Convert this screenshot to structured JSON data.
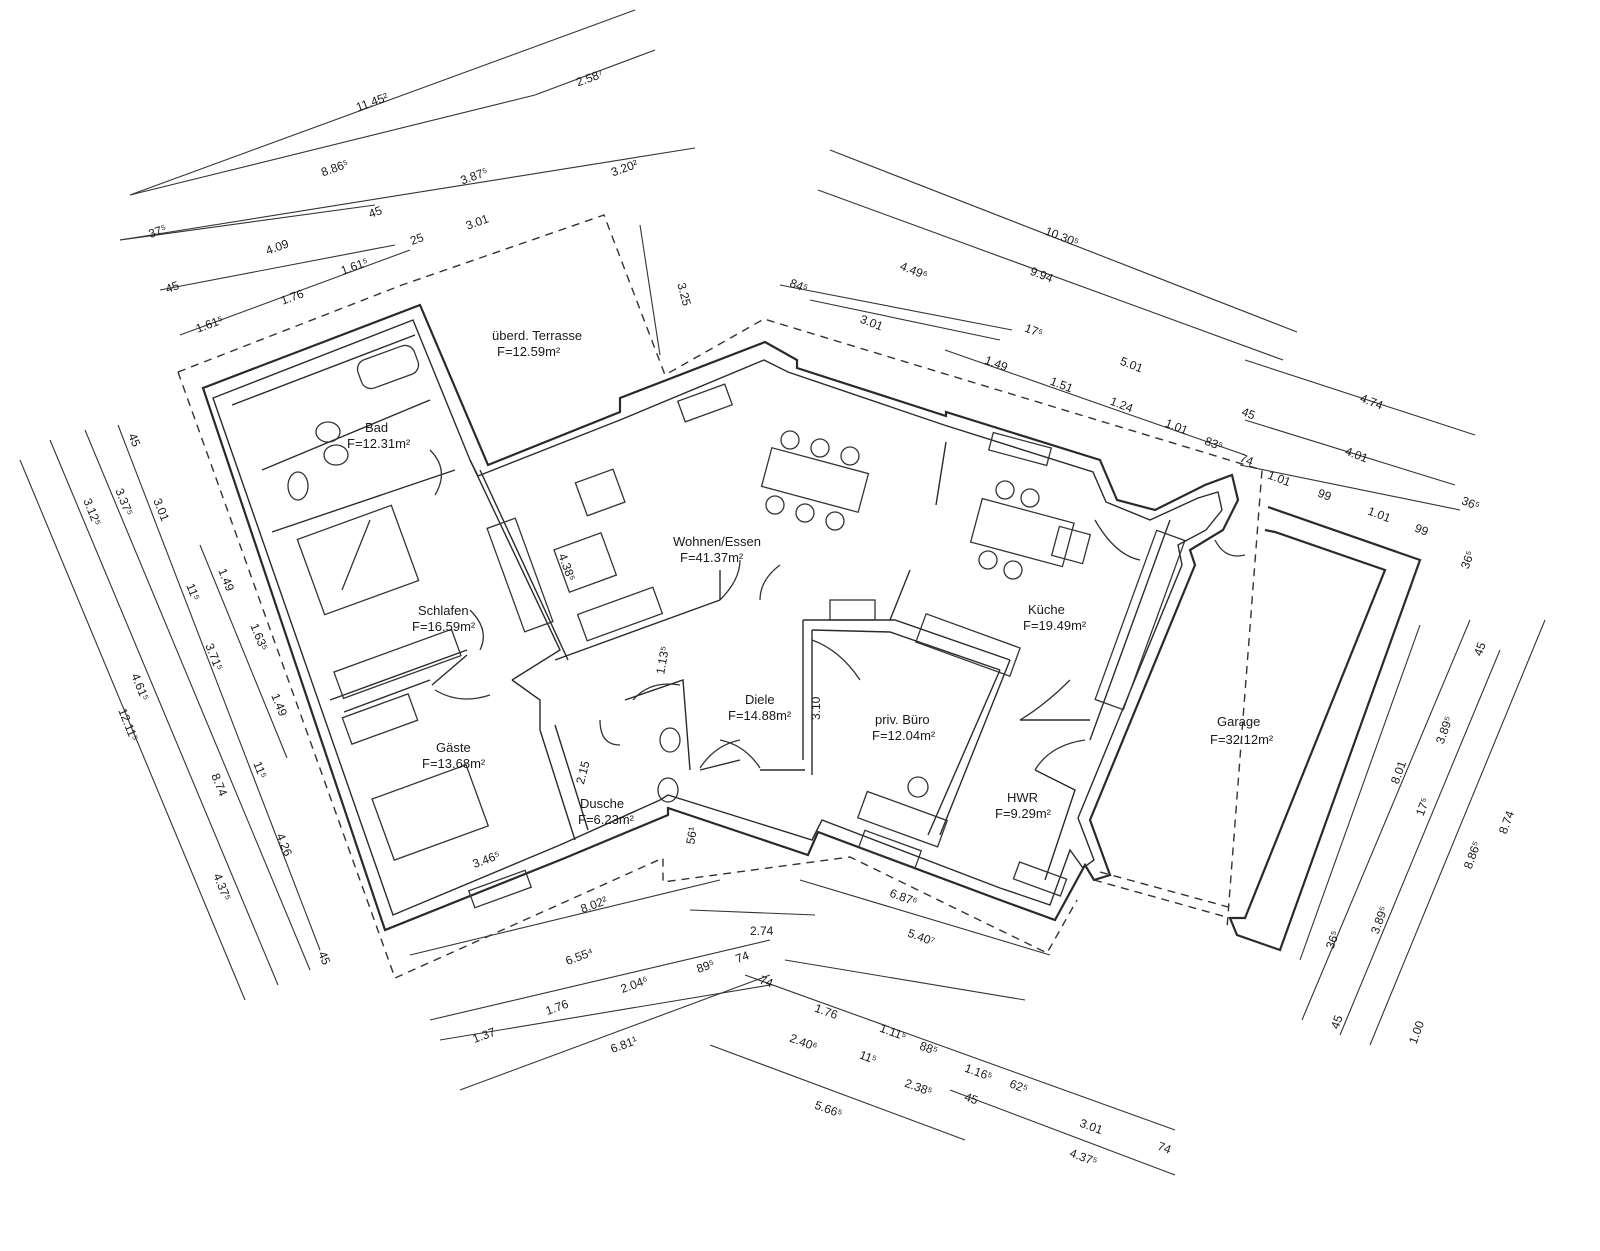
{
  "rooms": [
    {
      "name": "überd. Terrasse",
      "area": "F=12.59m²"
    },
    {
      "name": "Bad",
      "area": "F=12.31m²"
    },
    {
      "name": "Schlafen",
      "area": "F=16.59m²"
    },
    {
      "name": "Gäste",
      "area": "F=13.68m²"
    },
    {
      "name": "Dusche",
      "area": "F=6.23m²"
    },
    {
      "name": "Diele",
      "area": "F=14.88m²"
    },
    {
      "name": "Wohnen/Essen",
      "area": "F=41.37m²"
    },
    {
      "name": "priv. Büro",
      "area": "F=12.04m²"
    },
    {
      "name": "Küche",
      "area": "F=19.49m²"
    },
    {
      "name": "HWR",
      "area": "F=9.29m²"
    },
    {
      "name": "Garage",
      "area": "F=32.12m²"
    }
  ],
  "dimensions": {
    "top_left": [
      "11.45²",
      "2.58⁷",
      "8.86⁵",
      "3.87⁵",
      "3.20²",
      "37⁵",
      "4.09",
      "45",
      "3.01",
      "45",
      "1.61⁵",
      "25",
      "1.61⁵",
      "1.76",
      "3.25"
    ],
    "top_right": [
      "10.30⁵",
      "4.49⁶",
      "9.94",
      "84⁵",
      "3.01",
      "17⁵",
      "1.49",
      "5.01",
      "1.51",
      "1.24",
      "1.01",
      "83⁵",
      "45",
      "4.74",
      "74",
      "1.01",
      "4.01",
      "99",
      "1.01",
      "99",
      "36⁵"
    ],
    "left": [
      "45",
      "3.12⁵",
      "3.37⁵",
      "3.01",
      "1.49",
      "11⁵",
      "1.63⁵",
      "3.71⁵",
      "1.49",
      "4.61⁵",
      "11⁵",
      "12.11⁵",
      "8.74",
      "4.26",
      "4.37⁵",
      "45"
    ],
    "right": [
      "36⁵",
      "45",
      "3.89⁵",
      "8.01",
      "17⁵",
      "8.86⁵",
      "8.74",
      "36⁵",
      "3.89⁵",
      "45",
      "1.00"
    ],
    "bottom": [
      "8.02²",
      "6.87⁶",
      "2.74",
      "6.55⁴",
      "5.40⁷",
      "2.04⁶",
      "89⁵",
      "74",
      "1.76",
      "1.37",
      "6.81¹",
      "74",
      "1.76",
      "2.40⁶",
      "1.11⁵",
      "88⁵",
      "11⁵",
      "1.16⁵",
      "2.38⁵",
      "62⁵",
      "5.66⁵",
      "45",
      "3.01",
      "4.37⁵",
      "74"
    ],
    "interior": [
      "4.38⁵",
      "1.13⁵",
      "3.10",
      "2.15",
      "3.46⁵",
      "56¹"
    ]
  }
}
